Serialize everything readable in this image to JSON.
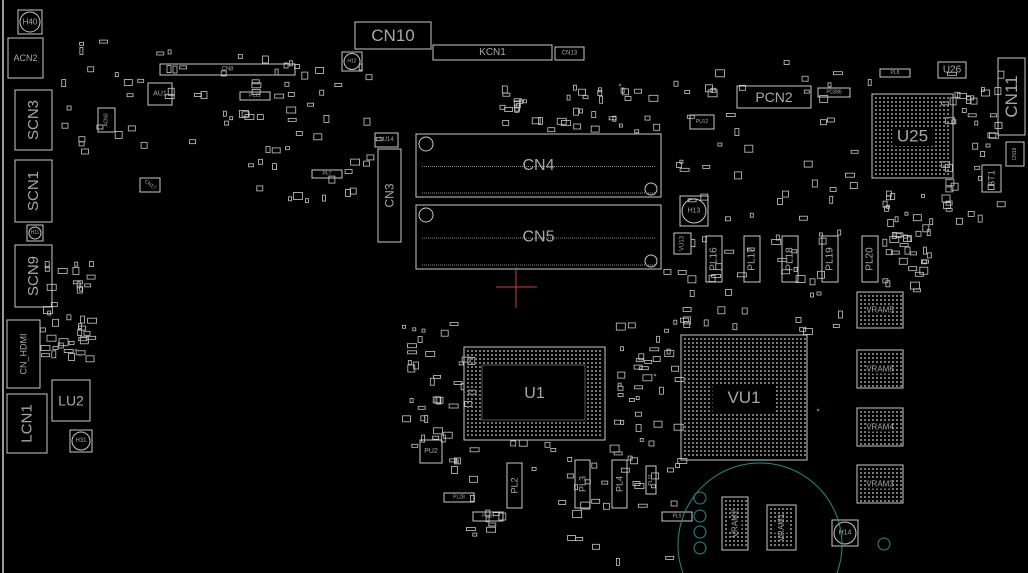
{
  "colors": {
    "background": "#000000",
    "outline": "#c8c8c8",
    "label": "#a8a8a8",
    "via": "#1f8f8a",
    "crosshair": "#c04040"
  },
  "components": [
    {
      "ref": "H40",
      "label": "H40"
    },
    {
      "ref": "ACN2",
      "label": "ACN2"
    },
    {
      "ref": "SCN3",
      "label": "SCN3"
    },
    {
      "ref": "SCN1",
      "label": "SCN1"
    },
    {
      "ref": "SCN9",
      "label": "SCN9"
    },
    {
      "ref": "H11",
      "label": "H11"
    },
    {
      "ref": "CN_HDMI",
      "label": "CN_HDMI"
    },
    {
      "ref": "LU2",
      "label": "LU2"
    },
    {
      "ref": "LCN1",
      "label": "LCN1"
    },
    {
      "ref": "H31",
      "label": "H31"
    },
    {
      "ref": "CN8",
      "label": "CN8"
    },
    {
      "ref": "AU1",
      "label": "AU1"
    },
    {
      "ref": "ACN3",
      "label": "ACN3"
    },
    {
      "ref": "CN17",
      "label": "CN17"
    },
    {
      "ref": "PL21",
      "label": "PL21"
    },
    {
      "ref": "PL7",
      "label": "PL7"
    },
    {
      "ref": "CN10",
      "label": "CN10"
    },
    {
      "ref": "KCN1",
      "label": "KCN1"
    },
    {
      "ref": "CN13",
      "label": "CN13"
    },
    {
      "ref": "H12",
      "label": "H12"
    },
    {
      "ref": "LU14",
      "label": "LU14"
    },
    {
      "ref": "CN3",
      "label": "CN3"
    },
    {
      "ref": "CN4",
      "label": "CN4"
    },
    {
      "ref": "CN5",
      "label": "CN5"
    },
    {
      "ref": "PCN2",
      "label": "PCN2"
    },
    {
      "ref": "PC886",
      "label": "PC886"
    },
    {
      "ref": "PL8",
      "label": "PL8"
    },
    {
      "ref": "U26",
      "label": "U26"
    },
    {
      "ref": "U25",
      "label": "U25"
    },
    {
      "ref": "CN11",
      "label": "CN11"
    },
    {
      "ref": "CN18",
      "label": "CN18"
    },
    {
      "ref": "BT1",
      "label": "BT1"
    },
    {
      "ref": "PU12",
      "label": "PU12"
    },
    {
      "ref": "H13",
      "label": "H13"
    },
    {
      "ref": "VU13",
      "label": "VU13"
    },
    {
      "ref": "PL16",
      "label": "PL16"
    },
    {
      "ref": "PL17",
      "label": "PL17"
    },
    {
      "ref": "PL18",
      "label": "PL18"
    },
    {
      "ref": "PL19",
      "label": "PL19"
    },
    {
      "ref": "PL20",
      "label": "PL20"
    },
    {
      "ref": "U1",
      "label": "U1"
    },
    {
      "ref": "VU1",
      "label": "VU1"
    },
    {
      "ref": "VRAM5",
      "label": "VRAM5"
    },
    {
      "ref": "VRAM6",
      "label": "VRAM6"
    },
    {
      "ref": "VRAM4",
      "label": "VRAM4"
    },
    {
      "ref": "VRAM3",
      "label": "VRAM3"
    },
    {
      "ref": "VRAM2",
      "label": "VRAM2"
    },
    {
      "ref": "VRAM1",
      "label": "VRAM1"
    },
    {
      "ref": "H14",
      "label": "H14"
    },
    {
      "ref": "PU2",
      "label": "PU2"
    },
    {
      "ref": "PL28",
      "label": "PL28"
    },
    {
      "ref": "PL26",
      "label": "PL26"
    },
    {
      "ref": "PL2",
      "label": "PL2"
    },
    {
      "ref": "PL3",
      "label": "PL3"
    },
    {
      "ref": "PL4",
      "label": "PL4"
    },
    {
      "ref": "PL11",
      "label": "PL11"
    },
    {
      "ref": "PL9",
      "label": "PL9"
    }
  ]
}
